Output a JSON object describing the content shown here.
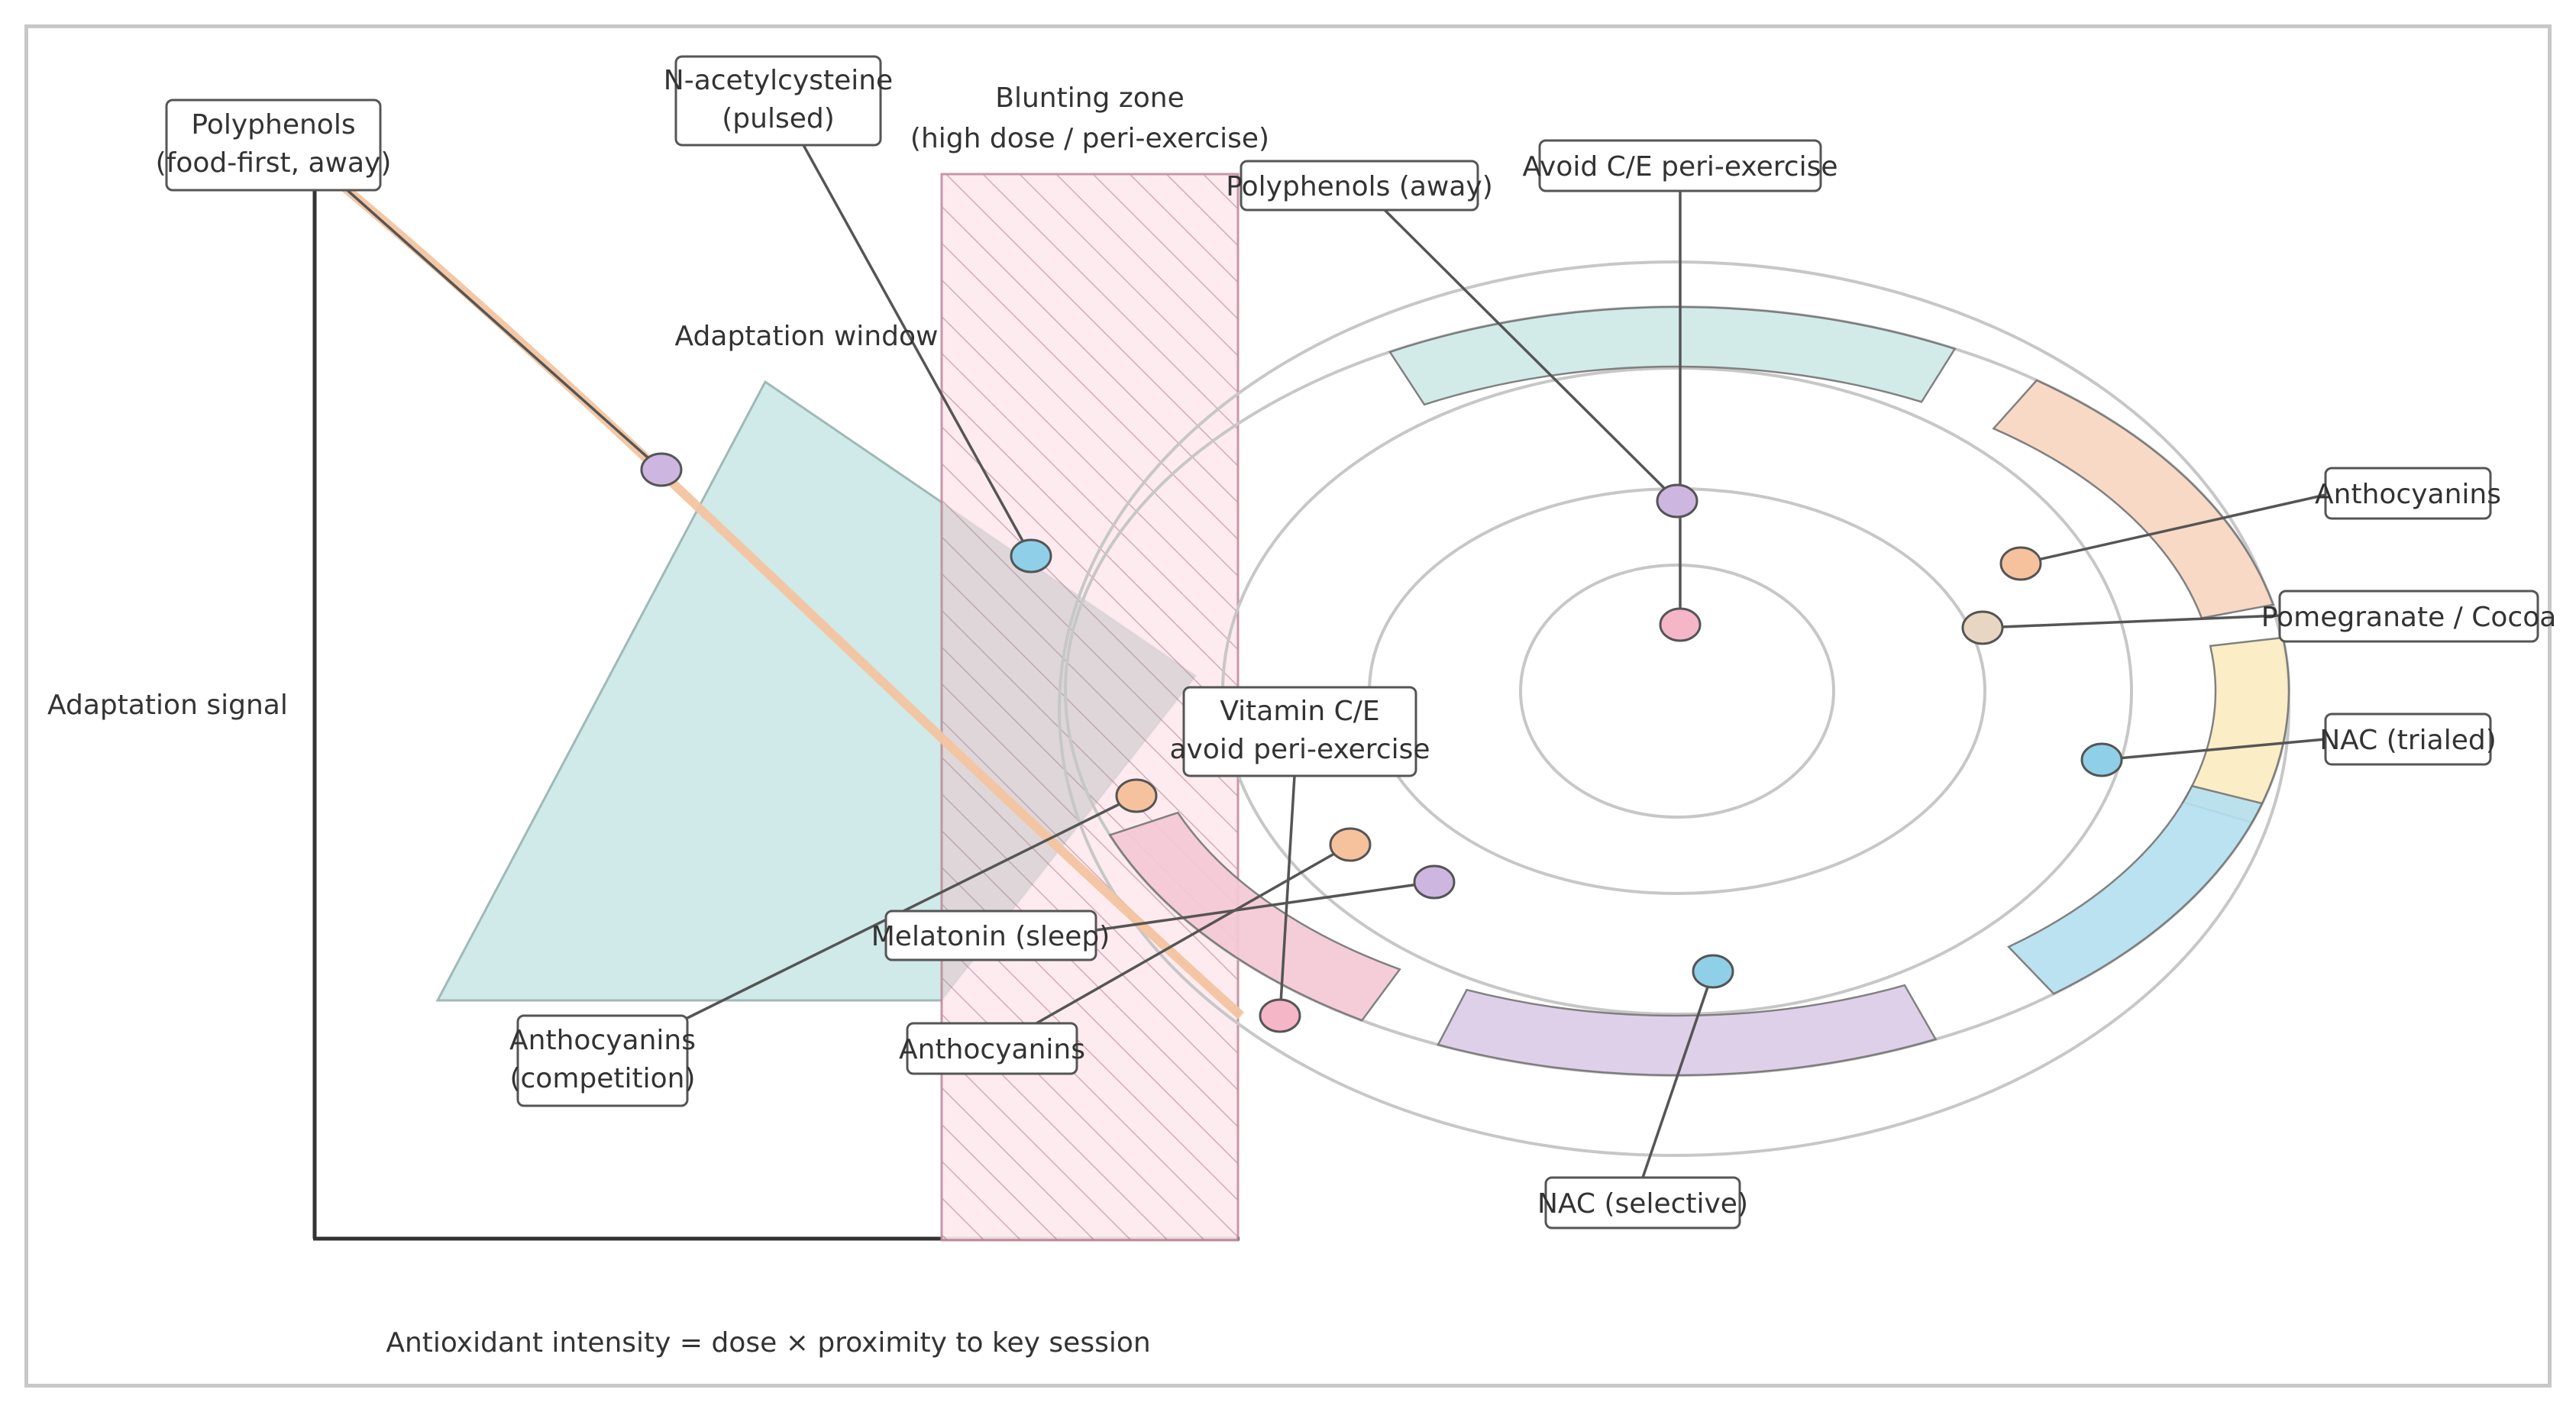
{
  "axes": {
    "x_label": "Antioxidant intensity = dose × proximity to key session",
    "y_label": "Adaptation signal"
  },
  "zones": {
    "adaptation_window": "Adaptation window",
    "blunting_zone_line1": "Blunting zone",
    "blunting_zone_line2": "(high dose / peri-exercise)"
  },
  "labels": {
    "polyphenols_food_first_l1": "Polyphenols",
    "polyphenols_food_first_l2": "(food-first, away)",
    "nac_pulsed_l1": "N-acetylcysteine",
    "nac_pulsed_l2": "(pulsed)",
    "polyphenols_away": "Polyphenols (away)",
    "avoid_ce": "Avoid C/E peri-exercise",
    "anthocyanins_right": "Anthocyanins",
    "pomegranate_cocoa": "Pomegranate / Cocoa",
    "nac_trialed": "NAC (trialed)",
    "vitamin_ce_l1": "Vitamin C/E",
    "vitamin_ce_l2": "avoid peri-exercise",
    "melatonin": "Melatonin (sleep)",
    "anthocyanins_comp_l1": "Anthocyanins",
    "anthocyanins_comp_l2": "(competition)",
    "anthocyanins_mid": "Anthocyanins",
    "nac_selective": "NAC (selective)"
  },
  "colors": {
    "window_fill": "#c8e6e4",
    "blunt_hatch": "#e0a8b8",
    "blunt_fill": "#fde8ee",
    "curve": "#f3c4a0",
    "teal": "#cfeae8",
    "peach": "#f8d6c2",
    "yellow": "#fbecc2",
    "blue": "#b6e0f0",
    "lavender": "#ddcde9",
    "pink": "#f5c9d6",
    "dot_purple": "#cdb6e0",
    "dot_blue": "#8fd0e8",
    "dot_orange": "#f6c29e",
    "dot_pink": "#f5b6c8",
    "dot_tan": "#e8d6c3"
  }
}
